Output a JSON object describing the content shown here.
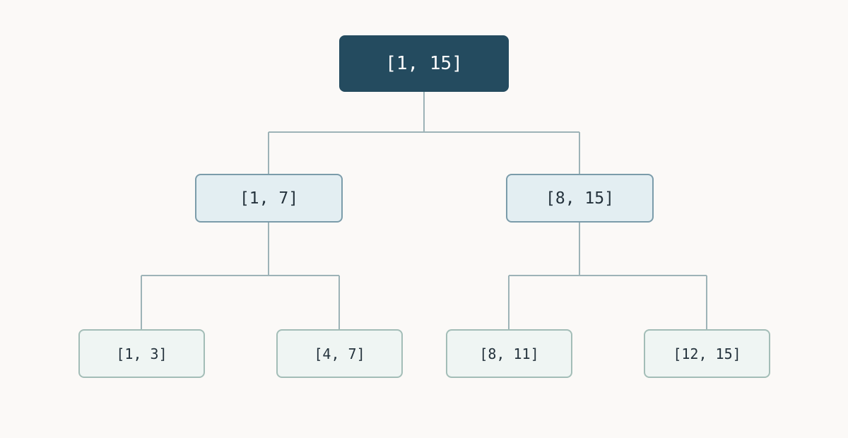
{
  "tree": {
    "root": {
      "label": "[1, 15]"
    },
    "level1": [
      {
        "label": "[1, 7]"
      },
      {
        "label": "[8, 15]"
      }
    ],
    "level2": [
      {
        "label": "[1, 3]"
      },
      {
        "label": "[4, 7]"
      },
      {
        "label": "[8, 11]"
      },
      {
        "label": "[12, 15]"
      }
    ]
  },
  "colors": {
    "background": "#fbf9f7",
    "root_fill": "#244b5f",
    "mid_fill": "#e3eef2",
    "mid_border": "#7b9caa",
    "leaf_fill": "#eff5f3",
    "leaf_border": "#a3bdb7",
    "connector": "#9db3b7"
  }
}
